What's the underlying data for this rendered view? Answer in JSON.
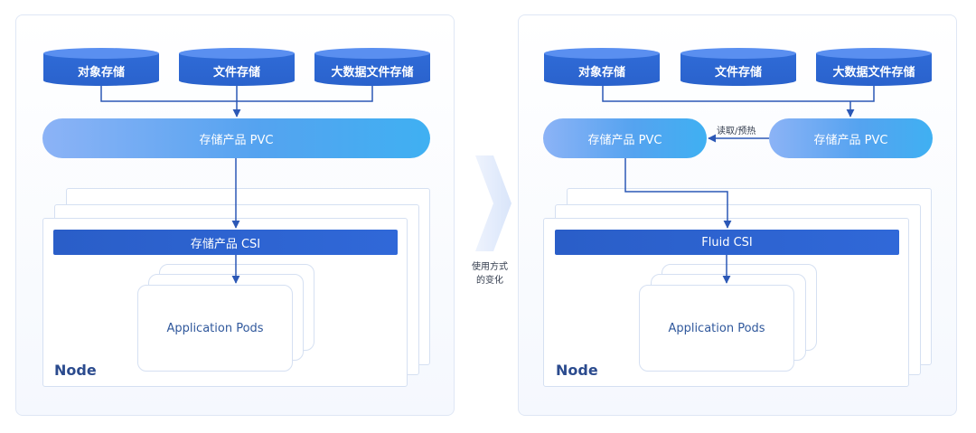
{
  "left": {
    "storages": [
      "对象存储",
      "文件存储",
      "大数据文件存储"
    ],
    "pvc_label": "存储产品 PVC",
    "csi_label": "存储产品 CSI",
    "pods_label": "Application Pods",
    "node_label": "Node"
  },
  "right": {
    "storages": [
      "对象存储",
      "文件存储",
      "大数据文件存储"
    ],
    "pvc_left_label": "存储产品 PVC",
    "pvc_right_label": "存储产品 PVC",
    "read_label": "读取/预热",
    "csi_label": "Fluid CSI",
    "pods_label": "Application Pods",
    "node_label": "Node"
  },
  "middle": {
    "caption_line1": "使用方式",
    "caption_line2": "的变化"
  },
  "colors": {
    "arrow": "#2c58b6",
    "cylinder": "#2f6bd7",
    "csi_bar": "#2a5ec8"
  }
}
